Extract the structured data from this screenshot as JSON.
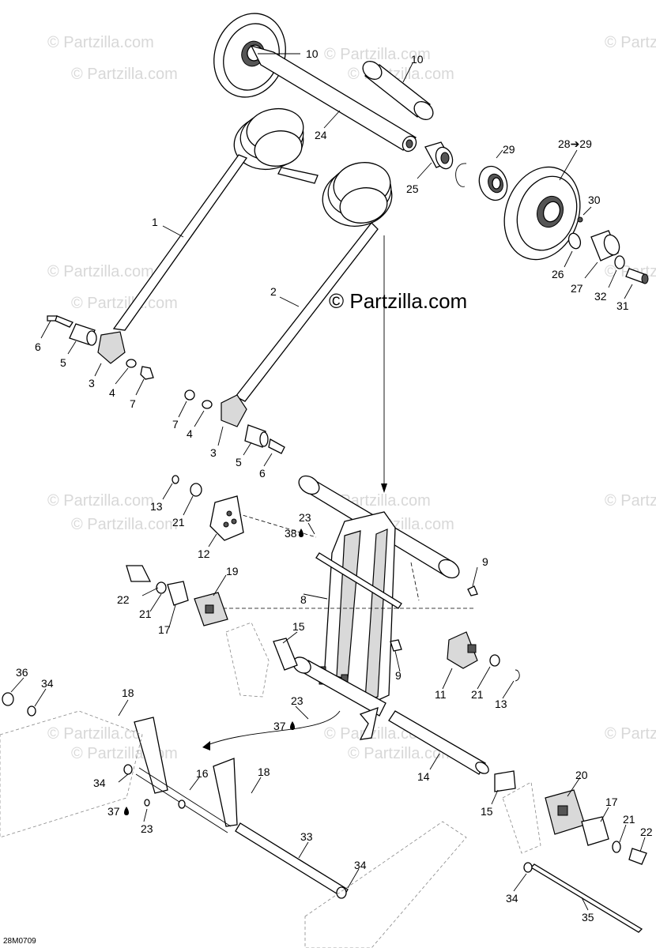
{
  "watermark": "© Partzilla.com",
  "watermark_center": "© Partzilla.com",
  "diagram_code": "28M0709",
  "callouts": {
    "c10a": "10",
    "c10b": "10",
    "c24": "24",
    "c25": "25",
    "c29": "29",
    "c2829": "28➔29",
    "c30": "30",
    "c26": "26",
    "c27": "27",
    "c32": "32",
    "c31": "31",
    "c1": "1",
    "c2": "2",
    "c6a": "6",
    "c5a": "5",
    "c3a": "3",
    "c4a": "4",
    "c7a": "7",
    "c7b": "7",
    "c4b": "4",
    "c3b": "3",
    "c5b": "5",
    "c6b": "6",
    "c13a": "13",
    "c21a": "21",
    "c12": "12",
    "c23a": "23",
    "c38": "38",
    "c9a": "9",
    "c22a": "22",
    "c21b": "21",
    "c17a": "17",
    "c19": "19",
    "c8": "8",
    "c15a": "15",
    "c9b": "9",
    "c11": "11",
    "c21c": "21",
    "c13b": "13",
    "c36": "36",
    "c34a": "34",
    "c18a": "18",
    "c23b": "23",
    "c37a": "37",
    "c34b": "34",
    "c16": "16",
    "c18b": "18",
    "c37b": "37",
    "c23c": "23",
    "c14": "14",
    "c20": "20",
    "c15b": "15",
    "c17b": "17",
    "c21d": "21",
    "c22b": "22",
    "c33": "33",
    "c34c": "34",
    "c34d": "34",
    "c35": "35"
  }
}
